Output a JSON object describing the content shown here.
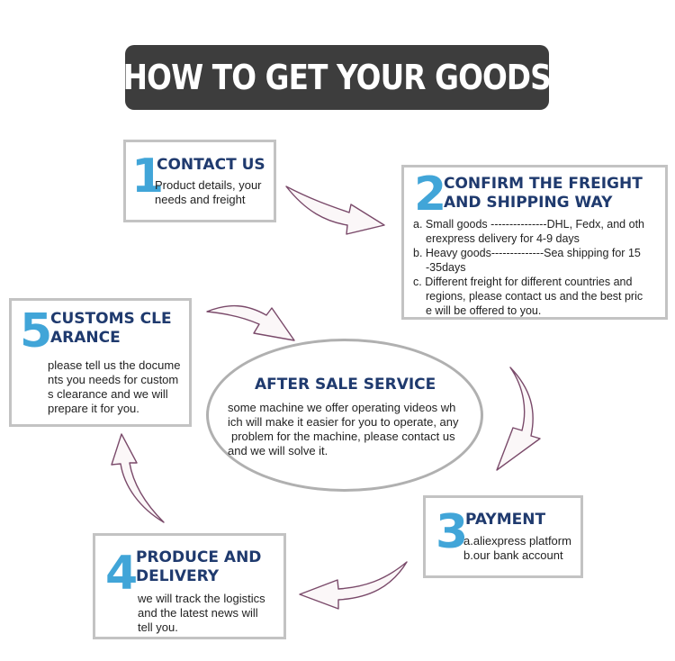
{
  "header": {
    "title": "HOW TO GET YOUR GOODS"
  },
  "steps": {
    "contact": {
      "number": "1",
      "title": "CONTACT US",
      "lines": [
        "Product details, your",
        "needs and freight"
      ]
    },
    "freight": {
      "number": "2",
      "title_lines": [
        "CONFIRM THE FREIGHT",
        "AND SHIPPING WAY"
      ],
      "lines": [
        "a. Small goods ---------------DHL, Fedx, and oth",
        "erexpress delivery for 4-9 days",
        "b. Heavy goods--------------Sea shipping for 15",
        "-35days",
        "c. Different freight for different countries and",
        "regions, please contact us and the best pric",
        "e will be offered to you."
      ]
    },
    "payment": {
      "number": "3",
      "title": "PAYMENT",
      "lines": [
        "a.aliexpress platform",
        "b.our bank account"
      ]
    },
    "produce": {
      "number": "4",
      "title_lines": [
        "PRODUCE AND",
        "DELIVERY"
      ],
      "lines": [
        "we will track the logistics",
        "and the latest news will",
        "tell you."
      ]
    },
    "customs": {
      "number": "5",
      "title_lines": [
        "CUSTOMS CLE",
        "ARANCE"
      ],
      "lines": [
        "please tell us the docume",
        "nts you needs for custom",
        "s clearance and we will",
        "prepare it for you."
      ]
    }
  },
  "after_sale": {
    "title": "AFTER SALE SERVICE",
    "lines": [
      "some machine we offer operating videos wh",
      "ich will make it easier for you to operate, any",
      "problem for the machine, please contact us",
      "and we will solve it."
    ]
  },
  "colors": {
    "number": "#41a5d8",
    "title": "#1f3a6e",
    "arrow_fill": "#fbf7f8",
    "arrow_stroke": "#7a4a6a",
    "banner": "#3d3d3d"
  }
}
